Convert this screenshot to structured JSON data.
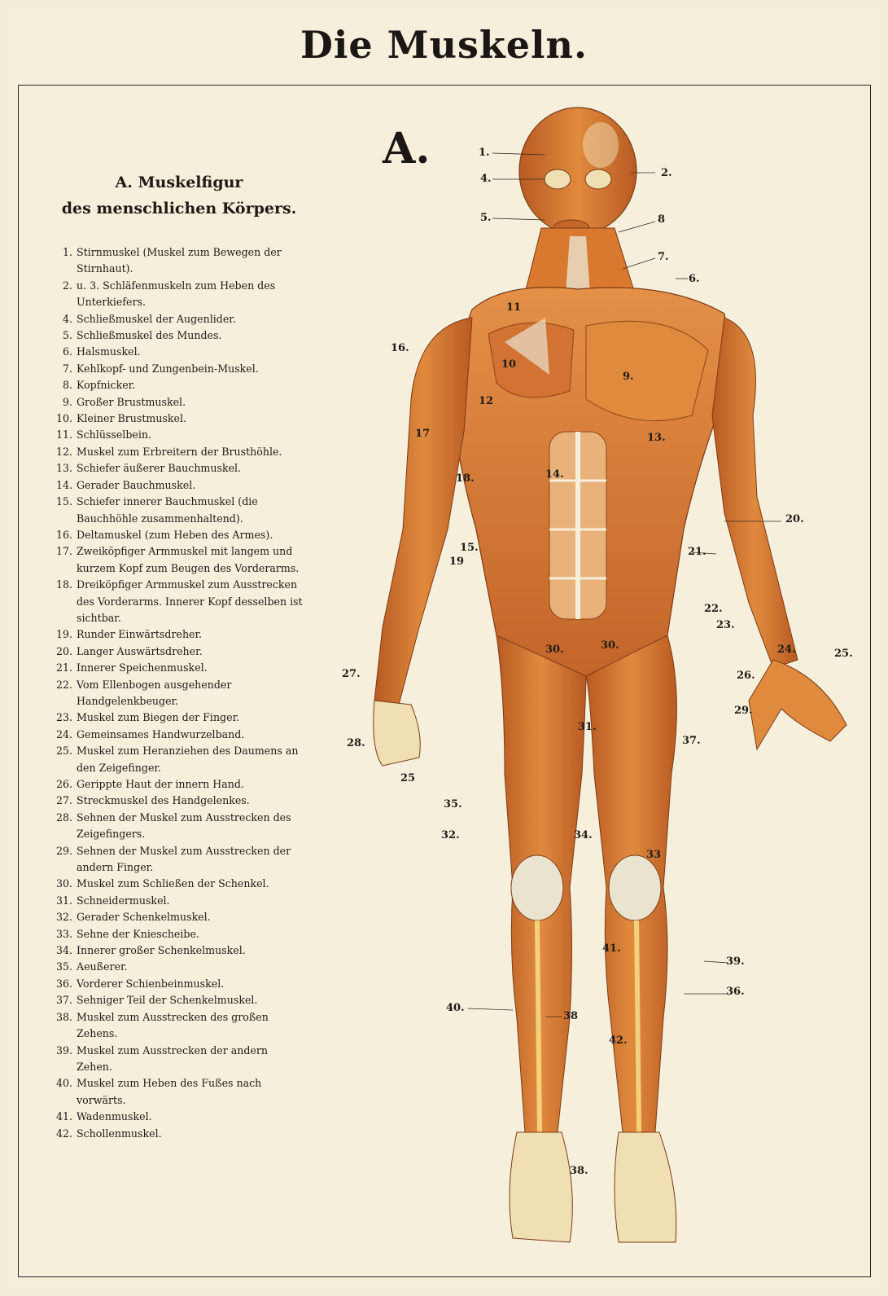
{
  "title": "Die Muskeln.",
  "plate_letter": "A.",
  "legend": {
    "heading_line1": "A. Muskelfigur",
    "heading_line2": "des menschlichen Körpers.",
    "entries": [
      {
        "num": "1.",
        "text": "Stirnmuskel (Muskel zum Bewegen der Stirnhaut)."
      },
      {
        "num": "2.",
        "text": "u. 3. Schläfenmuskeln zum Heben des Unterkiefers."
      },
      {
        "num": "4.",
        "text": "Schließmuskel der Augenlider."
      },
      {
        "num": "5.",
        "text": "Schließmuskel des Mundes."
      },
      {
        "num": "6.",
        "text": "Halsmuskel."
      },
      {
        "num": "7.",
        "text": "Kehlkopf- und Zungenbein-Muskel."
      },
      {
        "num": "8.",
        "text": "Kopfnicker."
      },
      {
        "num": "9.",
        "text": "Großer Brustmuskel."
      },
      {
        "num": "10.",
        "text": "Kleiner Brustmuskel."
      },
      {
        "num": "11.",
        "text": "Schlüsselbein."
      },
      {
        "num": "12.",
        "text": "Muskel zum Erbreitern der Brusthöhle."
      },
      {
        "num": "13.",
        "text": "Schiefer äußerer Bauchmuskel."
      },
      {
        "num": "14.",
        "text": "Gerader Bauchmuskel."
      },
      {
        "num": "15.",
        "text": "Schiefer innerer Bauchmuskel (die Bauchhöhle zusammenhaltend)."
      },
      {
        "num": "16.",
        "text": "Deltamuskel (zum Heben des Armes)."
      },
      {
        "num": "17.",
        "text": "Zweiköpfiger Armmuskel mit langem und kurzem Kopf zum Beugen des Vorderarms."
      },
      {
        "num": "18.",
        "text": "Dreiköpfiger Armmuskel zum Ausstrecken des Vorderarms. Innerer Kopf desselben ist sichtbar."
      },
      {
        "num": "19.",
        "text": "Runder Einwärtsdreher."
      },
      {
        "num": "20.",
        "text": "Langer Auswärtsdreher."
      },
      {
        "num": "21.",
        "text": "Innerer Speichenmuskel."
      },
      {
        "num": "22.",
        "text": "Vom Ellenbogen ausgehender Handgelenkbeuger."
      },
      {
        "num": "23.",
        "text": "Muskel zum Biegen der Finger."
      },
      {
        "num": "24.",
        "text": "Gemeinsames Handwurzelband."
      },
      {
        "num": "25.",
        "text": "Muskel zum Heranziehen des Daumens an den Zeigefinger."
      },
      {
        "num": "26.",
        "text": "Gerippte Haut der innern Hand."
      },
      {
        "num": "27.",
        "text": "Streckmuskel des Handgelenkes."
      },
      {
        "num": "28.",
        "text": "Sehnen der Muskel zum Ausstrecken des Zeigefingers."
      },
      {
        "num": "29.",
        "text": "Sehnen der Muskel zum Ausstrecken der andern Finger."
      },
      {
        "num": "30.",
        "text": "Muskel zum Schließen der Schenkel."
      },
      {
        "num": "31.",
        "text": "Schneidermuskel."
      },
      {
        "num": "32.",
        "text": "Gerader Schenkelmuskel."
      },
      {
        "num": "33.",
        "text": "Sehne der Kniescheibe."
      },
      {
        "num": "34.",
        "text": "Innerer großer Schenkelmuskel."
      },
      {
        "num": "35.",
        "text": "Aeußerer."
      },
      {
        "num": "36.",
        "text": "Vorderer Schienbeinmuskel."
      },
      {
        "num": "37.",
        "text": "Sehniger Teil der Schenkelmuskel."
      },
      {
        "num": "38.",
        "text": "Muskel zum Ausstrecken des großen Zehens."
      },
      {
        "num": "39.",
        "text": "Muskel zum Ausstrecken der andern Zehen."
      },
      {
        "num": "40.",
        "text": "Muskel zum Heben des Fußes nach vorwärts."
      },
      {
        "num": "41.",
        "text": "Wadenmuskel."
      },
      {
        "num": "42.",
        "text": "Schollenmuskel."
      }
    ]
  },
  "figure_labels": [
    "1.",
    "4.",
    "5.",
    "2.",
    "8",
    "7.",
    "6.",
    "16.",
    "11",
    "10",
    "9.",
    "12",
    "17",
    "13.",
    "14.",
    "18.",
    "15.",
    "19",
    "20.",
    "21.",
    "22.",
    "23.",
    "24.",
    "25.",
    "26.",
    "27.",
    "28.",
    "29.",
    "25",
    "30.",
    "30.",
    "31.",
    "37.",
    "35.",
    "32.",
    "34.",
    "33",
    "41.",
    "39.",
    "36.",
    "40.",
    "38",
    "42.",
    "38."
  ],
  "colors": {
    "paper": "#f5efdc",
    "ink": "#1e1b17",
    "muscle": "#d9782f",
    "muscle_dark": "#b85a22",
    "tendon": "#e9e3cf",
    "bone": "#f1dfb4"
  }
}
